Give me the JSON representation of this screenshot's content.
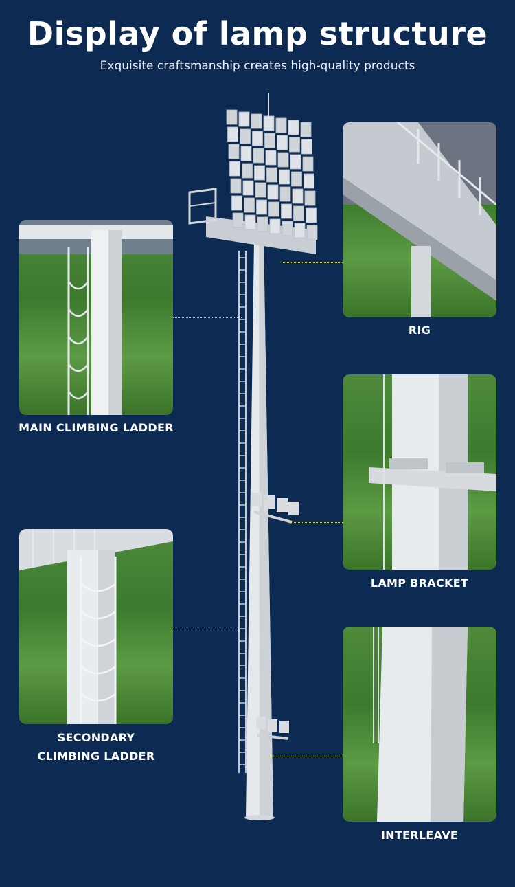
{
  "header": {
    "title": "Display of lamp structure",
    "subtitle": "Exquisite craftsmanship creates high-quality products"
  },
  "callouts": {
    "main_ladder": "MAIN CLIMBING LADDER",
    "rig": "RIG",
    "lamp_bracket": "LAMP BRACKET",
    "secondary_ladder_line1": "SECONDARY",
    "secondary_ladder_line2": "CLIMBING LADDER",
    "interleave": "INTERLEAVE"
  },
  "colors": {
    "background": "#0c2a52",
    "leader_line": "#c7c86a",
    "pole": "#e9ecef",
    "grass": "#4f8a3c"
  }
}
